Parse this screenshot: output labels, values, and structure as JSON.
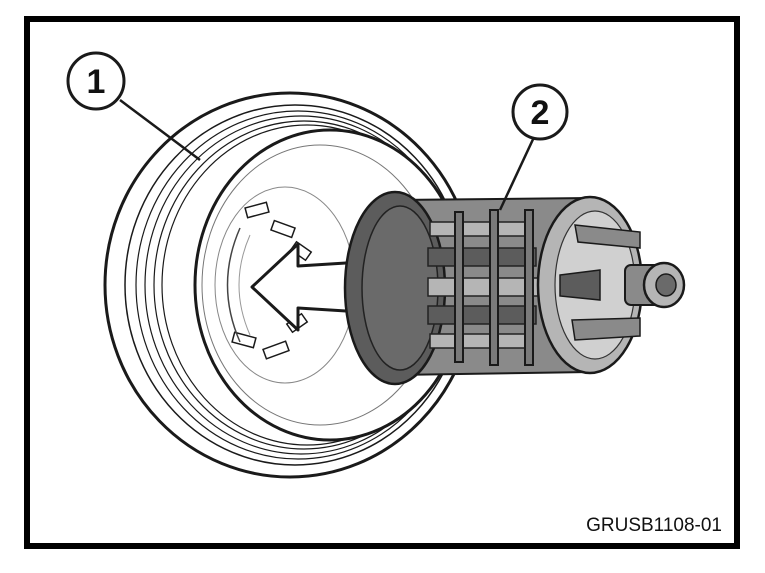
{
  "figure": {
    "figure_id": "GRUSB1108-01",
    "callouts": [
      {
        "number": "1"
      },
      {
        "number": "2"
      }
    ],
    "colors": {
      "line": "#1a1a1a",
      "filter_dark": "#5c5c5c",
      "filter_mid": "#8a8a8a",
      "filter_light": "#b5b5b5",
      "cap_shade": "#d9d9d9"
    }
  }
}
